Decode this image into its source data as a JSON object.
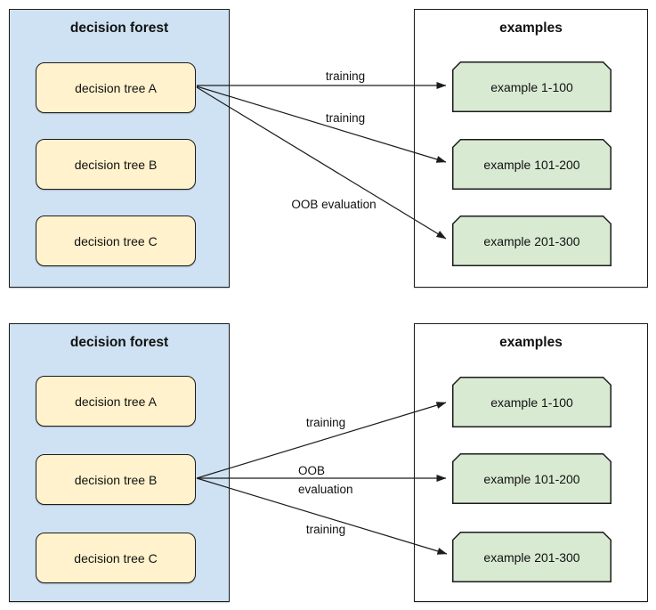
{
  "colors": {
    "forest_fill": "#cfe2f3",
    "tree_fill": "#fff2cc",
    "example_fill": "#d9ead3",
    "border_color": "#1c1c1c",
    "arrow_color": "#1c1c1c",
    "canvas_bg": "#ffffff"
  },
  "diagrams": [
    {
      "forest": {
        "title": "decision forest",
        "trees": [
          "decision tree A",
          "decision tree B",
          "decision tree C"
        ]
      },
      "examples": {
        "title": "examples",
        "items": [
          "example 1-100",
          "example 101-200",
          "example 201-300"
        ]
      },
      "arrows": [
        {
          "from": "decision tree A",
          "to": "example 1-100",
          "label": "training"
        },
        {
          "from": "decision tree A",
          "to": "example 101-200",
          "label": "training"
        },
        {
          "from": "decision tree A",
          "to": "example 201-300",
          "label": "OOB evaluation"
        }
      ]
    },
    {
      "forest": {
        "title": "decision forest",
        "trees": [
          "decision tree A",
          "decision tree B",
          "decision tree C"
        ]
      },
      "examples": {
        "title": "examples",
        "items": [
          "example 1-100",
          "example 101-200",
          "example 201-300"
        ]
      },
      "arrows": [
        {
          "from": "decision tree B",
          "to": "example 1-100",
          "label": "training"
        },
        {
          "from": "decision tree B",
          "to": "example 101-200",
          "label": "OOB evaluation"
        },
        {
          "from": "decision tree B",
          "to": "example 201-300",
          "label": "training"
        }
      ]
    }
  ]
}
